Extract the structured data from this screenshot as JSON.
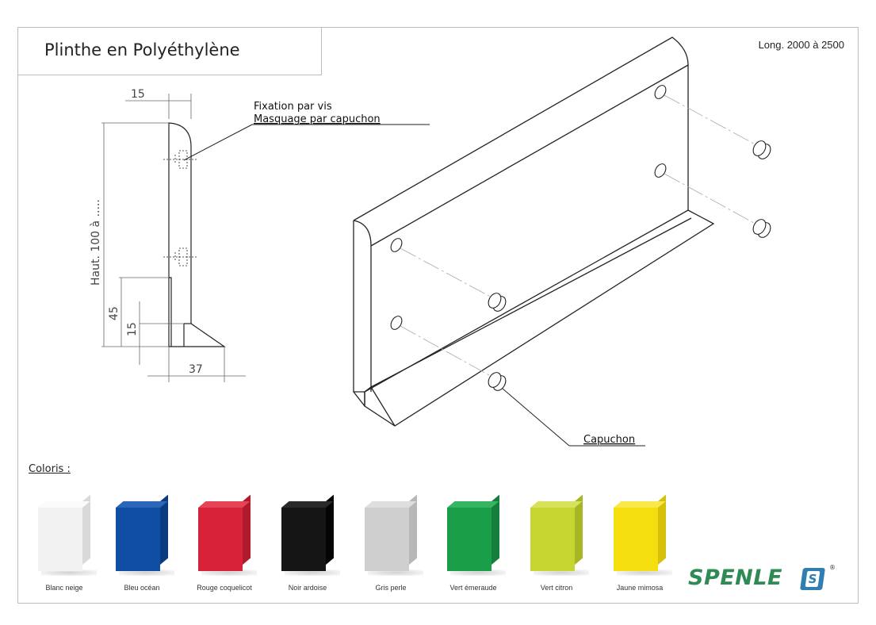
{
  "title": "Plinthe en Polyéthylène",
  "length_note": "Long. 2000 à 2500",
  "notes": {
    "fixation": "Fixation par vis",
    "masquage": "Masquage par capuchon",
    "capuchon": "Capuchon"
  },
  "dimensions": {
    "thickness": "15",
    "height": "Haut. 100 à .....",
    "lower_height": "45",
    "foot_height": "15",
    "foot_width": "37"
  },
  "coloris_label": "Coloris :",
  "colors": [
    {
      "name": "Blanc neige",
      "front": "#f2f2f2",
      "side": "#d9d9d9",
      "top": "#fafafa"
    },
    {
      "name": "Bleu océan",
      "front": "#0f4ea3",
      "side": "#0a3c80",
      "top": "#2c66b8"
    },
    {
      "name": "Rouge coquelicot",
      "front": "#d8223a",
      "side": "#b01a2d",
      "top": "#e64356"
    },
    {
      "name": "Noir ardoise",
      "front": "#151515",
      "side": "#050505",
      "top": "#2a2a2a"
    },
    {
      "name": "Gris perle",
      "front": "#cfcfcf",
      "side": "#b7b7b7",
      "top": "#dedede"
    },
    {
      "name": "Vert émeraude",
      "front": "#1a9e4a",
      "side": "#147e3a",
      "top": "#35b562"
    },
    {
      "name": "Vert citron",
      "front": "#c6d630",
      "side": "#a7b623",
      "top": "#d5e25a"
    },
    {
      "name": "Jaune mimosa",
      "front": "#f5de10",
      "side": "#d6c00a",
      "top": "#f9e84a"
    }
  ],
  "logo": {
    "text": "SPENLE",
    "mark_letter": "S",
    "reg": "®",
    "color": "#2f8a54",
    "mark_color": "#2f7fb2"
  }
}
